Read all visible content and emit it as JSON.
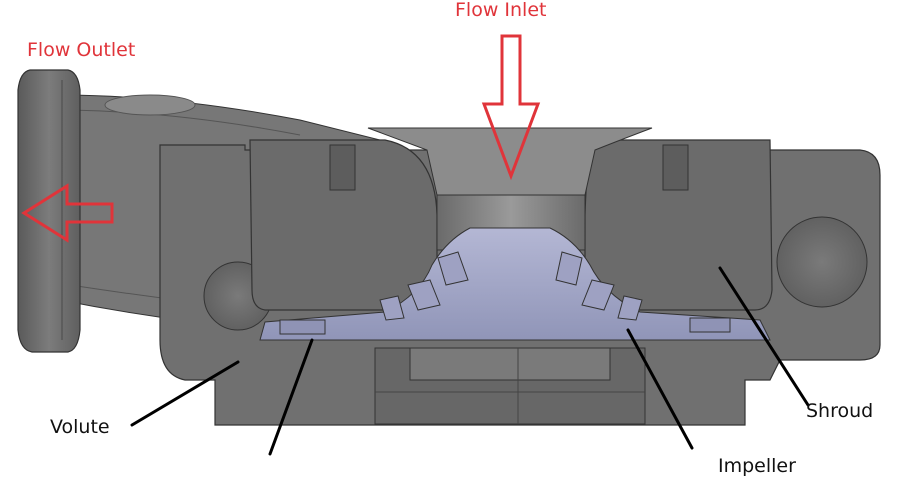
{
  "labels": {
    "flow_inlet": "Flow Inlet",
    "flow_outlet": "Flow Outlet",
    "volute": "Volute",
    "shroud": "Shroud",
    "impeller": "Impeller"
  },
  "colors": {
    "arrow_red": "#e0343a",
    "casing_gray": "#6e6e6e",
    "casing_dark": "#4f4f4f",
    "casing_light": "#8a8a8a",
    "impeller_blue": "#a6a9c7",
    "leader_line": "#000000"
  }
}
